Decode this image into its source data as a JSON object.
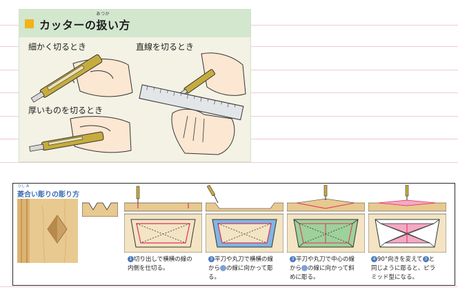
{
  "cutter": {
    "title_a": "カッターの",
    "title_ruby": "あつか",
    "title_kanji": "扱",
    "title_b": "い方",
    "fine_cut": "細かく切るとき",
    "straight_cut": "直線を切るとき",
    "thick_cut": "厚いものを切るとき"
  },
  "carving": {
    "title": "菱合い彫りの彫り方",
    "title_ruby": "ひし あ",
    "steps": [
      {
        "num": "1",
        "line1": "切り出しで横横の線の",
        "line2": "内側を仕切る。",
        "line3": ""
      },
      {
        "num": "3",
        "line1": "平刀や丸刀で横横の線",
        "line2": "から",
        "line2b": "の線に向かって彫",
        "line3": "る。"
      },
      {
        "num": "3",
        "line1": "平刀や丸刀で中心の線",
        "line2": "から",
        "line2b": "の線に向かって斜",
        "line3": "めに彫る。"
      },
      {
        "num": "4",
        "line1": "90°向きを変えて",
        "line1b": "と",
        "line2": "同じように彫ると、ピラ",
        "line3": "ミッド型になる。"
      }
    ]
  },
  "colors": {
    "header_bg": "#d3e7cf",
    "accent_square": "#f2b318",
    "section_blue": "#3e6fb5",
    "wood": "#e8c98f",
    "green_fill": "#9fd19a",
    "blue_fill": "#7fb6e3",
    "pink_fill": "#f4a9c4",
    "red_line": "#e0305a"
  }
}
